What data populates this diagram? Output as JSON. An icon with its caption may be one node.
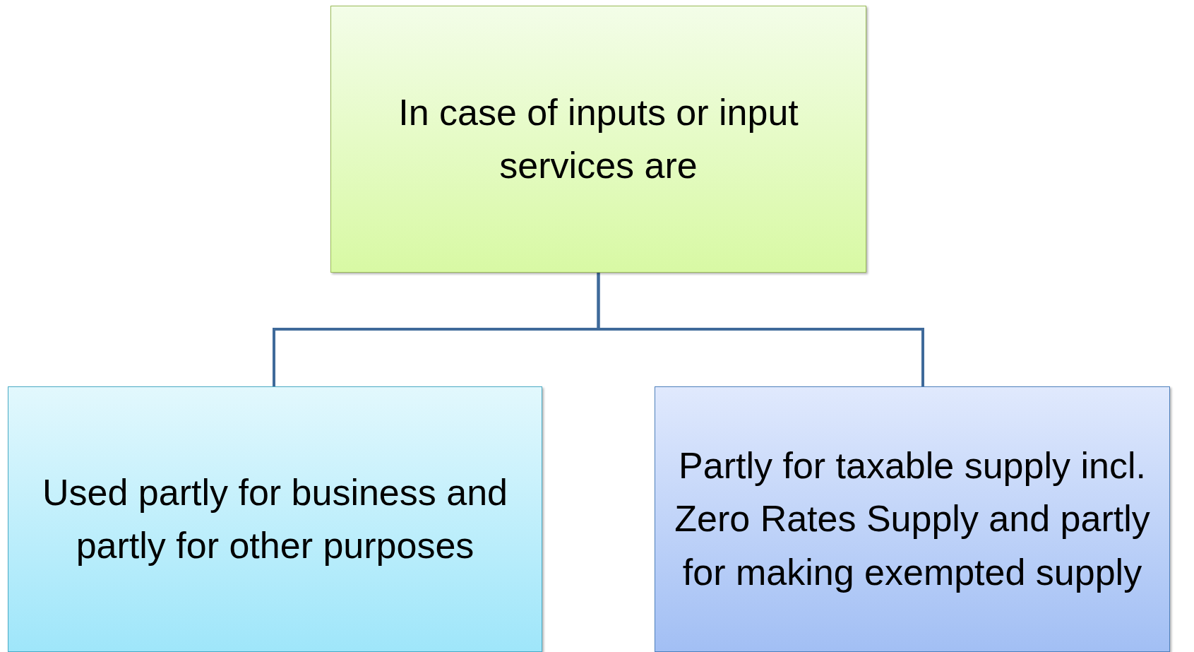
{
  "diagram": {
    "nodes": [
      {
        "text": [
          "In case of inputs or input services are"
        ]
      },
      {
        "text": [
          "Used partly for business and partly for other purposes"
        ]
      },
      {
        "text": [
          "Partly for taxable supply incl. Zero Rates Supply and partly for making exempted supply"
        ]
      }
    ],
    "edges": [
      {
        "from": 0,
        "to": 1,
        "arrow": "none"
      },
      {
        "from": 0,
        "to": 2,
        "arrow": "none"
      }
    ]
  }
}
